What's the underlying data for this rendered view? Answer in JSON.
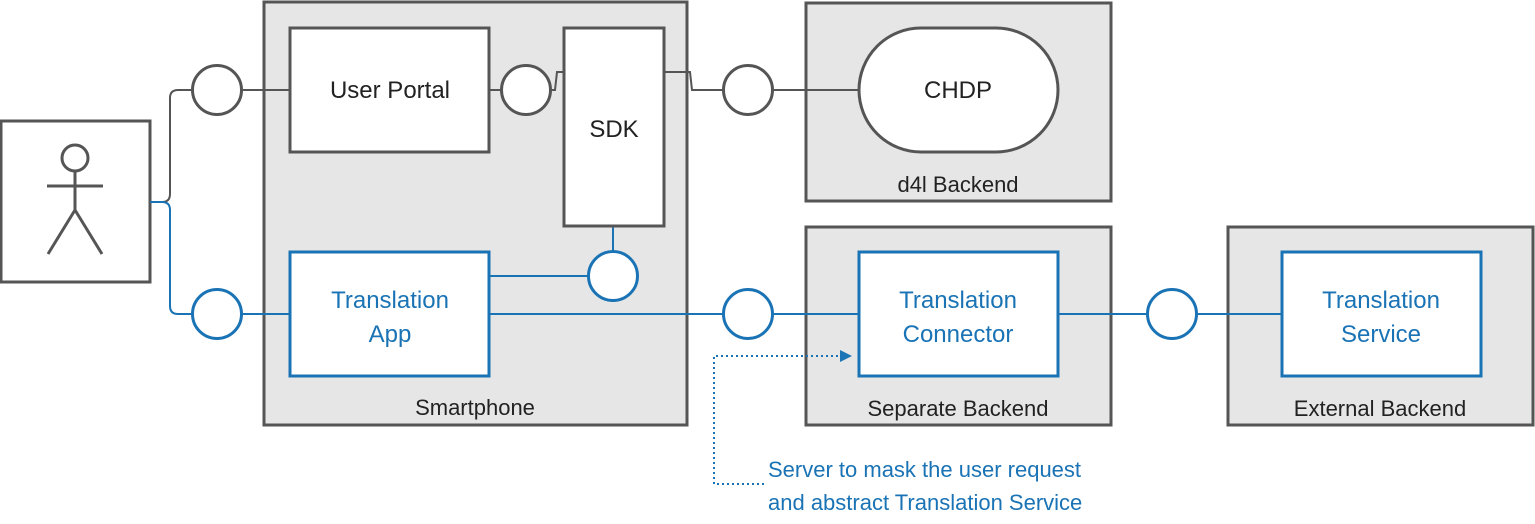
{
  "colors": {
    "gray_line": "#555555",
    "group_fill": "#e6e6e6",
    "blue": "#1a73b5",
    "text_dark": "#222222"
  },
  "actor": {
    "icon": "stick-figure-icon"
  },
  "groups": {
    "smartphone": "Smartphone",
    "d4l_backend": "d4l Backend",
    "separate_backend": "Separate Backend",
    "external_backend": "External Backend"
  },
  "components": {
    "user_portal": "User Portal",
    "sdk": "SDK",
    "chdp": "CHDP",
    "translation_app": [
      "Translation",
      "App"
    ],
    "translation_connector": [
      "Translation",
      "Connector"
    ],
    "translation_service": [
      "Translation",
      "Service"
    ]
  },
  "annotation": [
    "Server to mask the user request",
    "and abstract Translation Service"
  ]
}
